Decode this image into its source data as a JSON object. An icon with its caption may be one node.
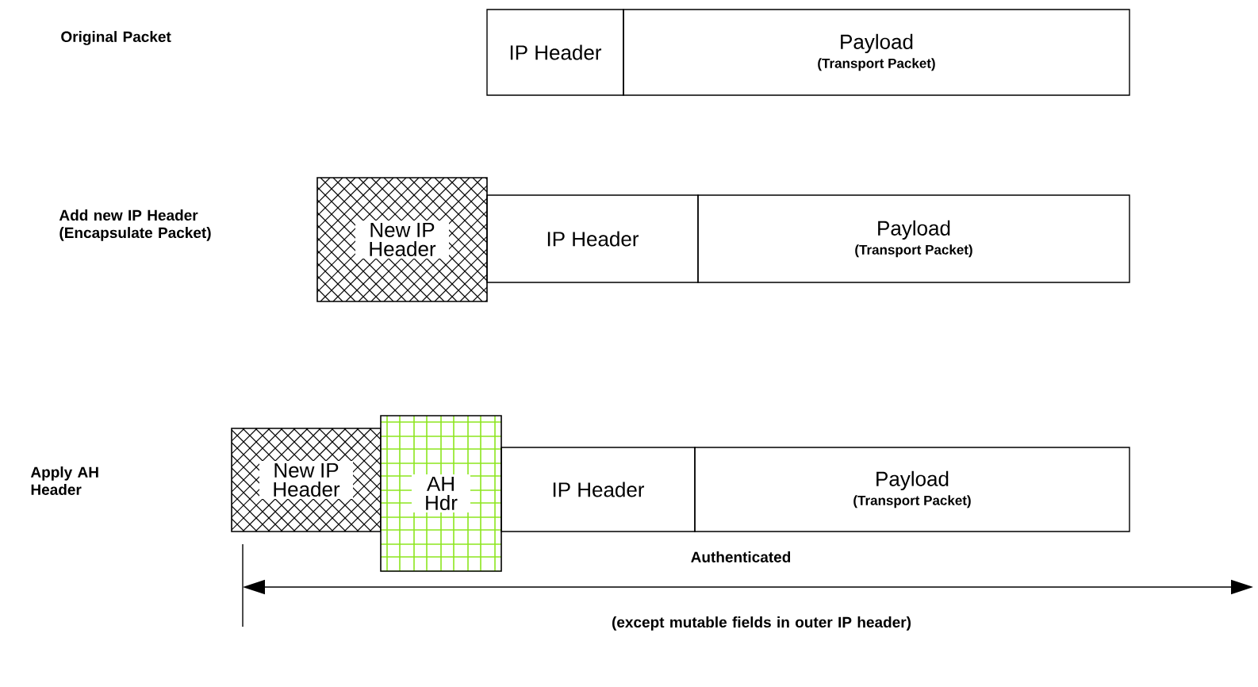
{
  "diagram": {
    "nodes": [
      {
        "text": [
          "IP Header"
        ]
      },
      {
        "text": [
          "Payload",
          "(Transport Packet)"
        ]
      },
      {
        "text": [
          "New IP Header"
        ]
      },
      {
        "text": [
          "IP Header"
        ]
      },
      {
        "text": [
          "Payload",
          "(Transport Packet)"
        ]
      },
      {
        "text": [
          "New IP Header"
        ]
      },
      {
        "text": [
          "AH Hdr"
        ]
      },
      {
        "text": [
          "IP Header"
        ]
      },
      {
        "text": [
          "Payload",
          "(Transport Packet)"
        ]
      }
    ],
    "labels": [
      "Original Packet",
      "Add new IP Header (Encapsulate Packet)",
      "Apply AH Header",
      "Authenticated",
      "(except mutable fields in outer IP header)"
    ]
  }
}
